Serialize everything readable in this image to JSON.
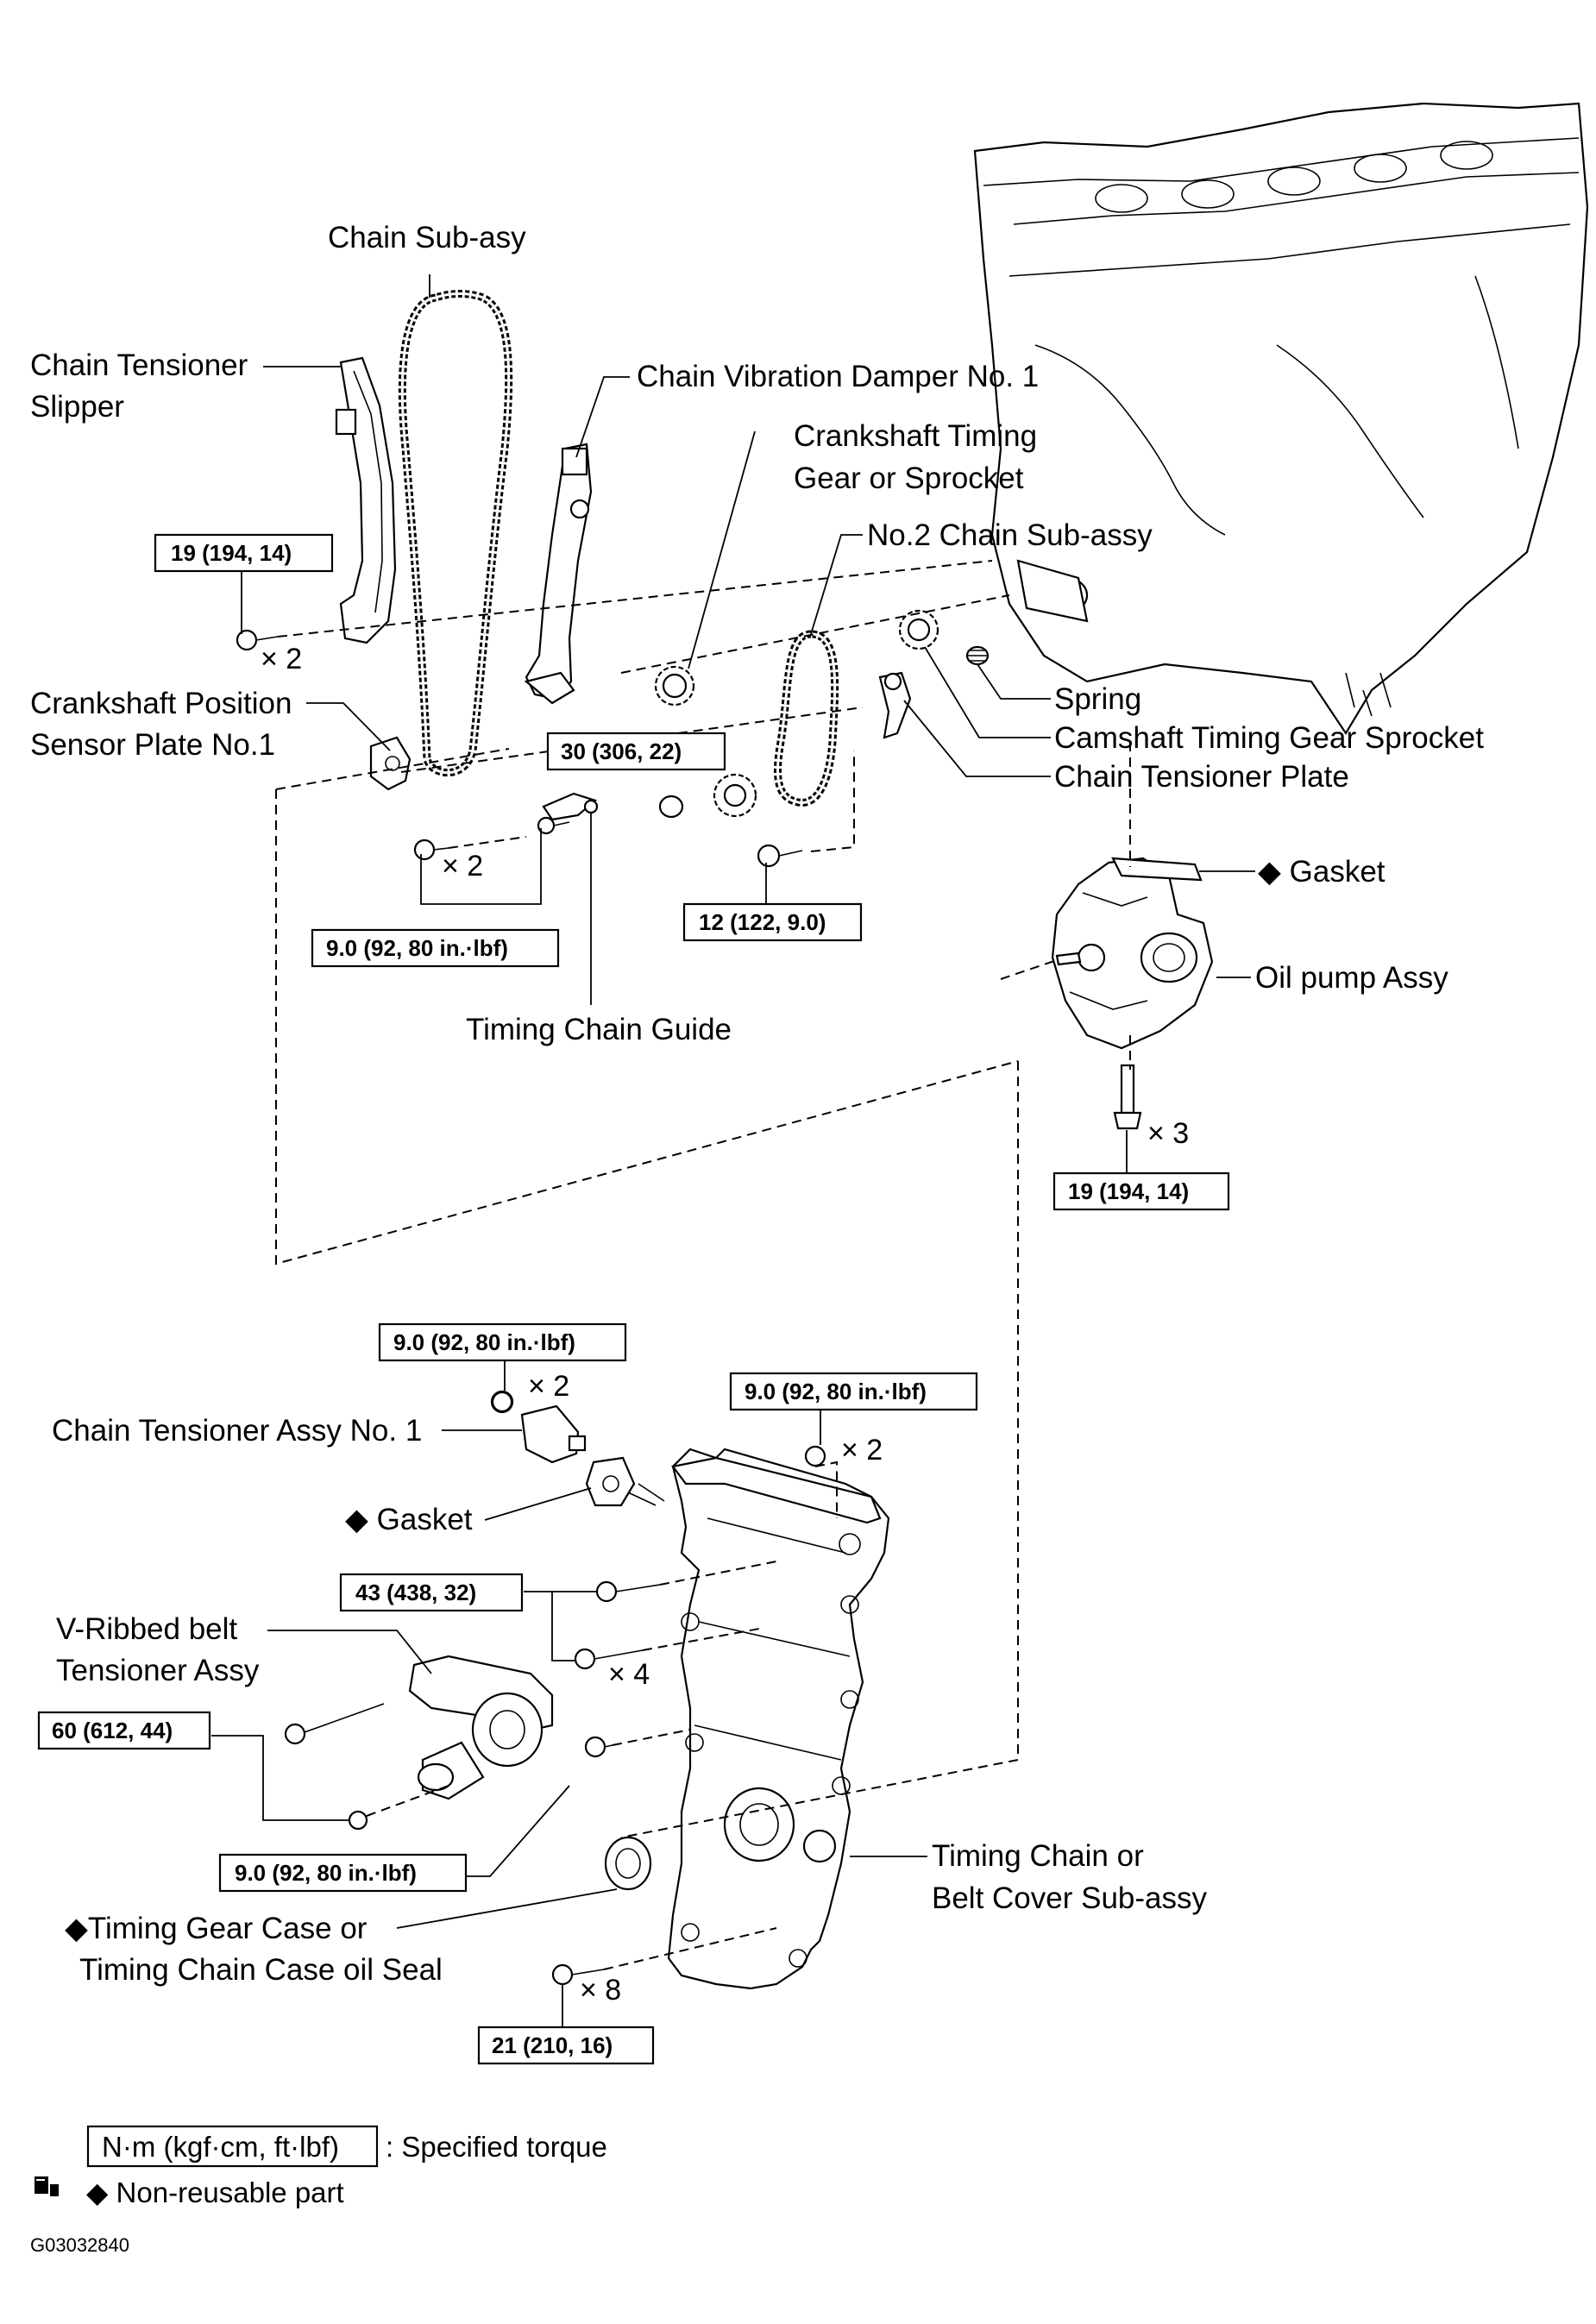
{
  "labels": {
    "chain_sub_assy": "Chain  Sub-asy",
    "chain_tensioner_slipper_1": "Chain Tensioner",
    "chain_tensioner_slipper_2": "Slipper",
    "chain_vibration_damper": "Chain Vibration Damper No. 1",
    "crankshaft_timing_gear_1": "Crankshaft Timing",
    "crankshaft_timing_gear_2": "Gear or Sprocket",
    "no2_chain_sub_assy": "No.2  Chain Sub-assy",
    "spring": "Spring",
    "camshaft_timing_gear": "Camshaft Timing Gear Sprocket",
    "chain_tensioner_plate": "Chain Tensioner Plate",
    "crankshaft_sensor_plate_1": "Crankshaft Position",
    "crankshaft_sensor_plate_2": "Sensor Plate  No.1",
    "gasket_upper": "◆ Gasket",
    "oil_pump_assy": "Oil pump Assy",
    "timing_chain_guide": "Timing Chain Guide",
    "chain_tensioner_assy": "Chain Tensioner Assy No. 1",
    "gasket_lower": "◆ Gasket",
    "v_ribbed_belt_1": "V-Ribbed  belt",
    "v_ribbed_belt_2": "Tensioner Assy",
    "timing_gear_case_seal_1": "◆Timing Gear Case or",
    "timing_gear_case_seal_2": "Timing Chain Case oil Seal",
    "timing_chain_cover_1": "Timing Chain or",
    "timing_chain_cover_2": "Belt Cover Sub-assy"
  },
  "torques": {
    "slipper_bolt": "19 (194, 14)",
    "crank_gear_bolt": "30 (306, 22)",
    "guide_bolt": "9.0 (92, 80 in.·lbf)",
    "tensioner_plate_bolt": "12 (122, 9.0)",
    "oil_pump_bolt": "19 (194, 14)",
    "tensioner_nut": "9.0 (92, 80 in.·lbf)",
    "cover_nut": "9.0 (92, 80 in.·lbf)",
    "cover_bolt_43": "43 (438, 32)",
    "belt_tensioner_bolt": "60 (612, 44)",
    "belt_tensioner_nut": "9.0 (92, 80 in.·lbf)",
    "cover_bolt_21": "21 (210, 16)"
  },
  "quantities": {
    "slipper": "× 2",
    "guide": "× 2",
    "oil_pump": "× 3",
    "tensioner_nut": "× 2",
    "cover_nut": "× 2",
    "cover_bolt_43": "× 4",
    "cover_bolt_21": "× 8"
  },
  "legend": {
    "torque_unit": "N·m (kgf·cm, ft·lbf)",
    "torque_desc": ": Specified torque",
    "non_reusable": "◆  Non-reusable part"
  },
  "figure_id": "G03032840"
}
